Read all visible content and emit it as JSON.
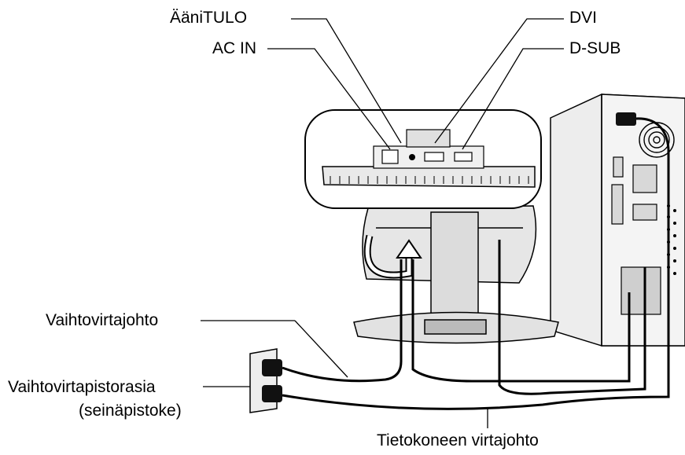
{
  "labels": {
    "audio_in": "ÄäniTULO",
    "ac_in": "AC IN",
    "dvi": "DVI",
    "dsub": "D-SUB",
    "ac_cord": "Vaihtovirtajohto",
    "ac_outlet": "Vaihtovirtapistorasia",
    "ac_outlet_sub": "(seinäpistoke)",
    "pc_power_cord": "Tietokoneen virtajohto"
  },
  "colors": {
    "line": "#000000",
    "monitor_fill": "#e6e6e6",
    "pc_fill": "#ededed"
  }
}
